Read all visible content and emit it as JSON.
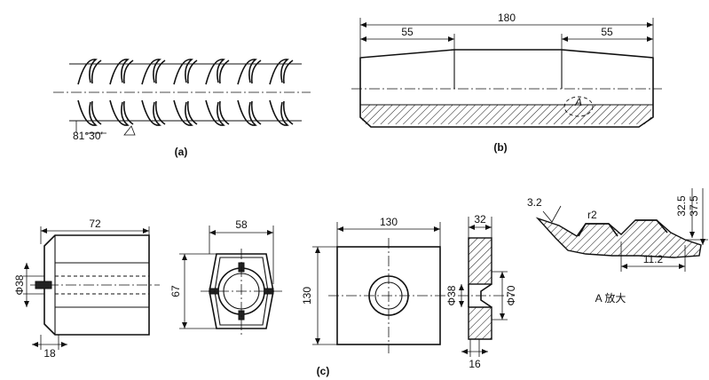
{
  "figure_a": {
    "caption": "(a)",
    "angle_label": "81°30′"
  },
  "figure_b": {
    "caption": "(b)",
    "overall_length": "180",
    "left_taper_length": "55",
    "right_taper_length": "55",
    "detail_marker": "A"
  },
  "figure_c": {
    "caption": "(c)",
    "nut_side": {
      "length": "72",
      "diameter": "Φ38",
      "thread_end": "18"
    },
    "nut_end": {
      "width_across_flats": "58",
      "width_across_corners": "67"
    },
    "plate_front": {
      "width": "130",
      "height": "130"
    },
    "plate_section": {
      "thickness": "32",
      "bore_diameter": "Φ38",
      "counterbore_diameter": "Φ70",
      "counterbore_depth": "16"
    }
  },
  "detail_a": {
    "title": "A 放大",
    "roughness": "3.2",
    "radius": "r2",
    "height_1": "32.5",
    "height_2": "37.5",
    "width": "11.2"
  }
}
